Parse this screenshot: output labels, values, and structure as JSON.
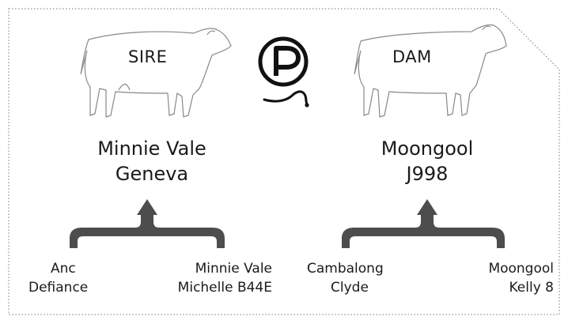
{
  "sire": {
    "role_label": "SIRE",
    "name_line1": "Minnie Vale",
    "name_line2": "Geneva",
    "parents": [
      {
        "line1": "Anc",
        "line2": "Defiance"
      },
      {
        "line1": "Minnie Vale",
        "line2": "Michelle B44E"
      }
    ]
  },
  "dam": {
    "role_label": "DAM",
    "name_line1": "Moongool",
    "name_line2": "J998",
    "parents": [
      {
        "line1": "Cambalong",
        "line2": "Clyde"
      },
      {
        "line1": "Moongool",
        "line2": "Kelly 8"
      }
    ]
  },
  "logo": {
    "letter": "P",
    "icon": "p-brand-logo"
  },
  "colors": {
    "bracket": "#4d4d4d",
    "outline": "#888888",
    "text": "#1a1a1a"
  }
}
